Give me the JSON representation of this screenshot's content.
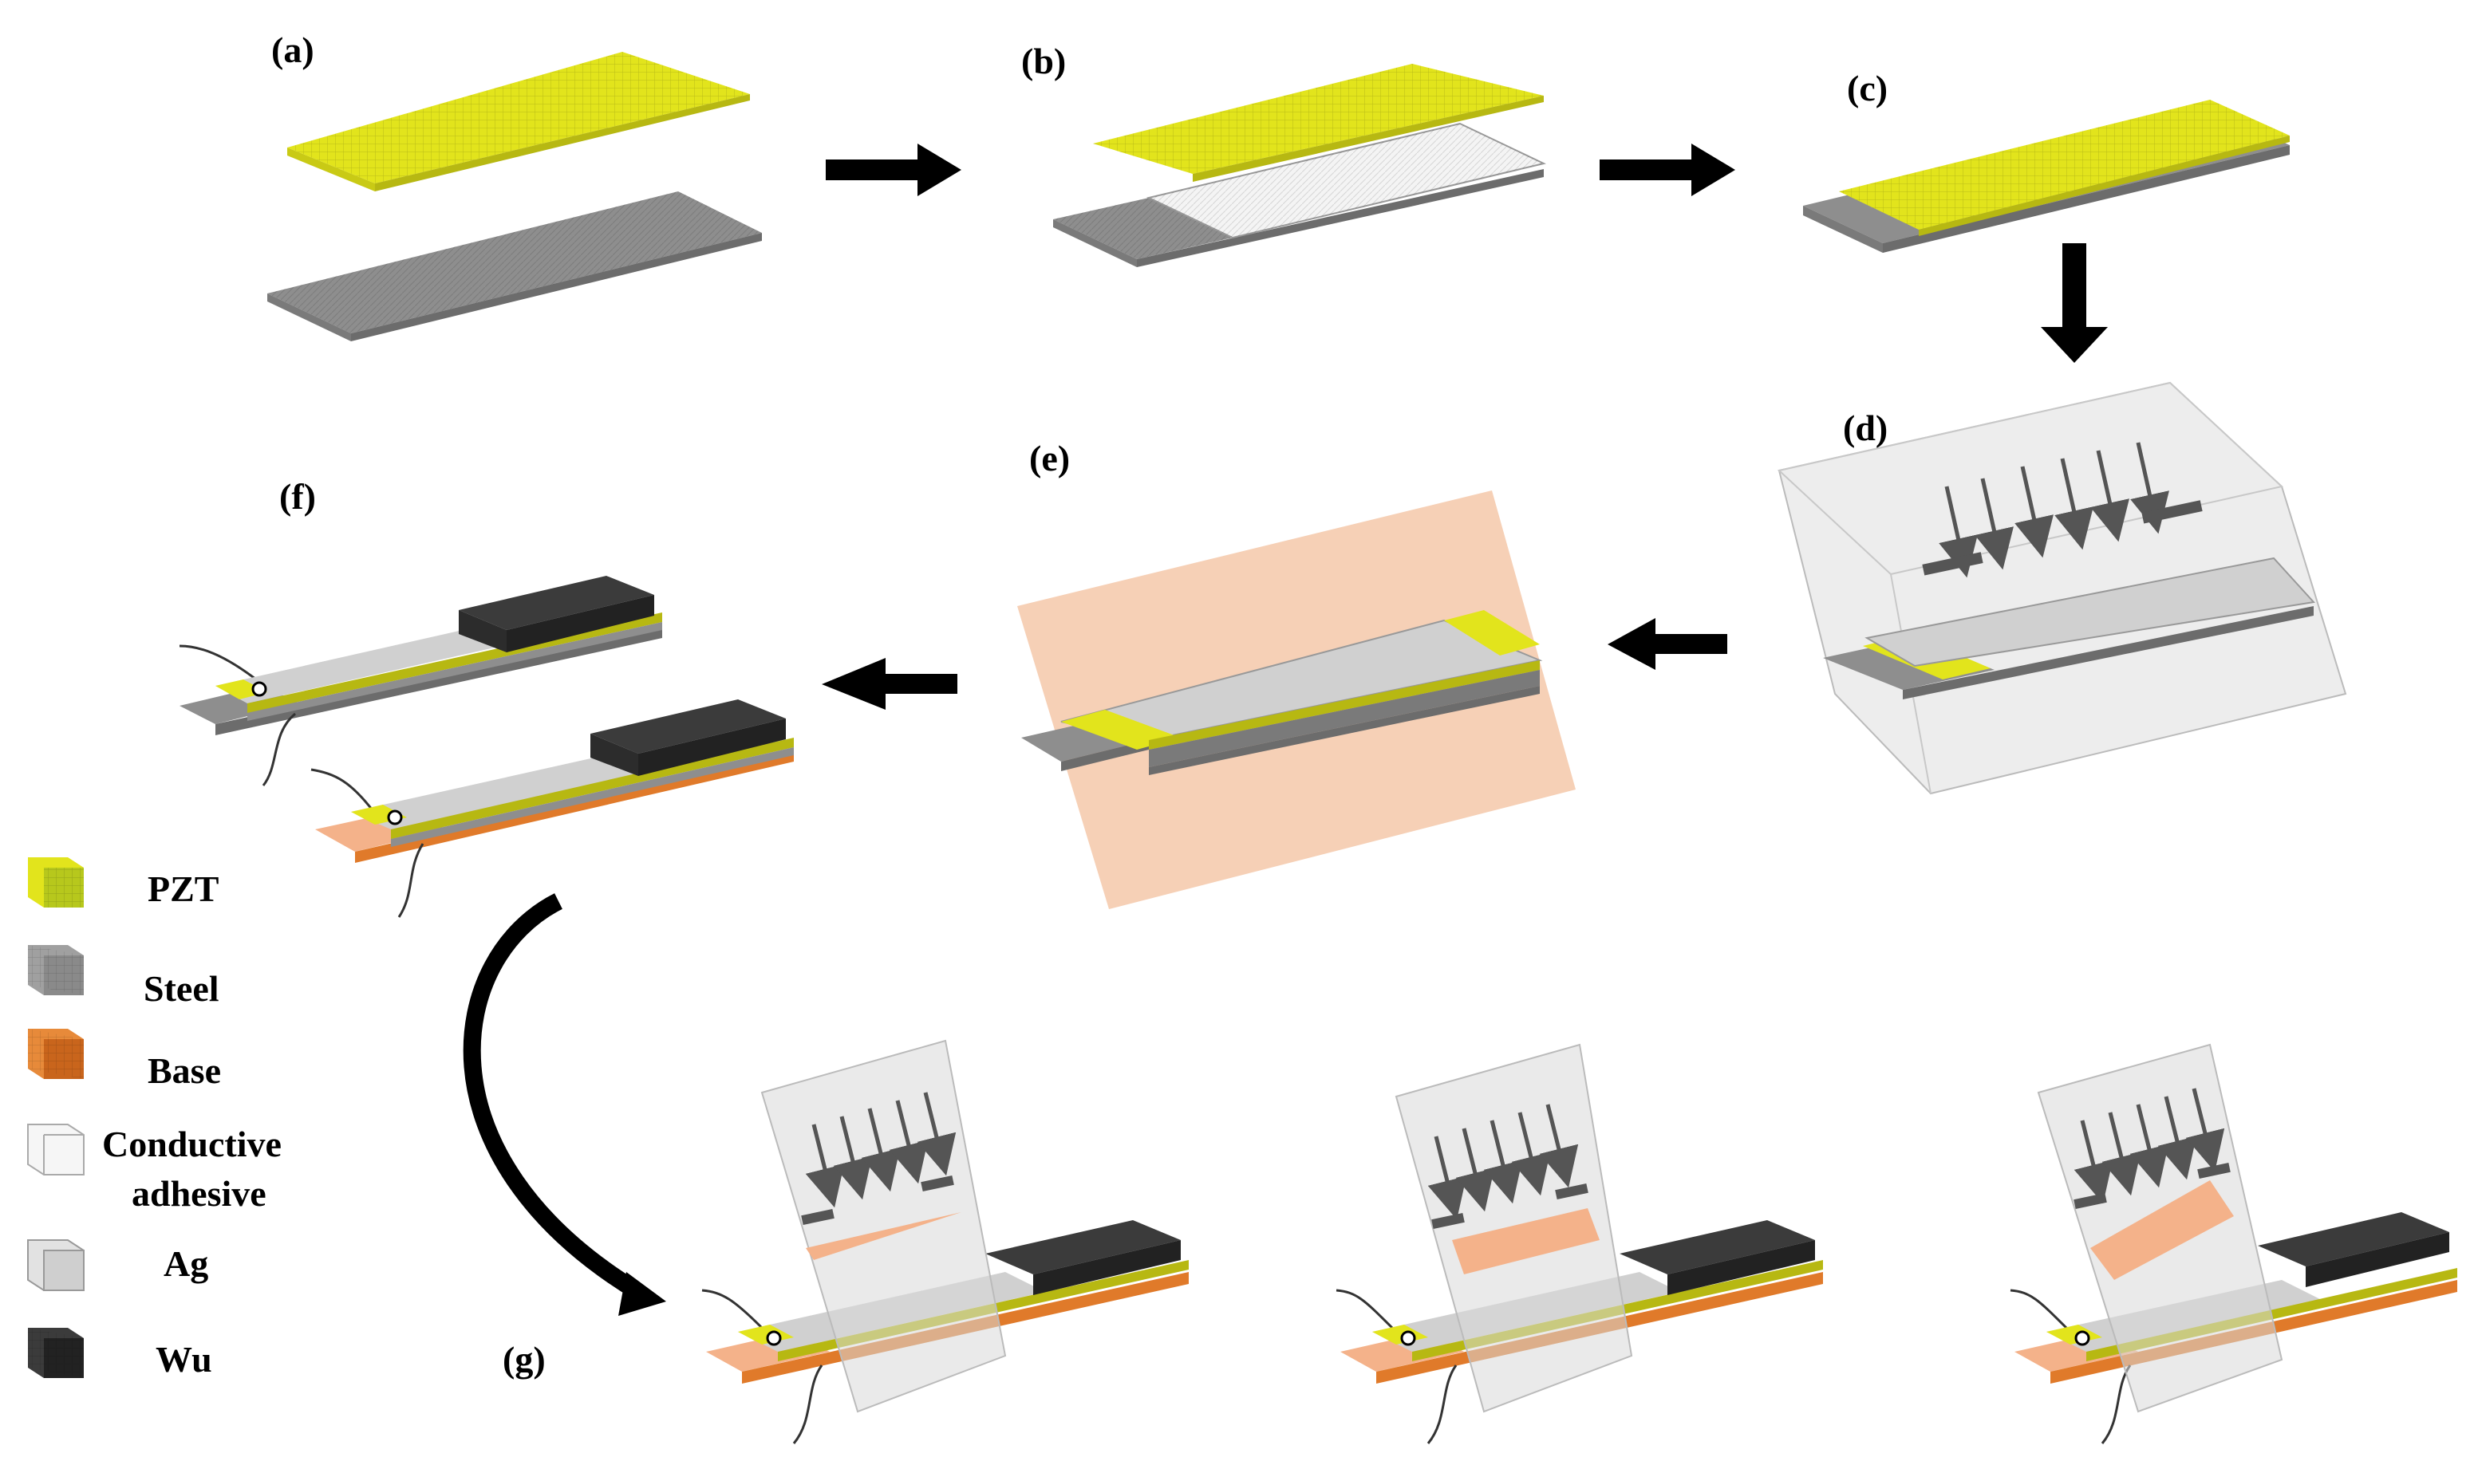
{
  "panels": {
    "a": "(a)",
    "b": "(b)",
    "c": "(c)",
    "d": "(d)",
    "e": "(e)",
    "f": "(f)",
    "g": "(g)"
  },
  "legend": {
    "items": [
      {
        "label": "PZT",
        "color": "#e2e41c"
      },
      {
        "label": "Steel",
        "color": "#9a9a9a"
      },
      {
        "label": "Base",
        "color": "#e0781e"
      },
      {
        "label": "Conductive",
        "label2": "adhesive",
        "color": "#f6f6f6"
      },
      {
        "label": "Ag",
        "color": "#d8d8d8"
      },
      {
        "label": "Wu",
        "color": "#3a3a3a"
      }
    ]
  },
  "colors": {
    "pzt": "#e2e41c",
    "steel": "#8e8e8e",
    "base": "#e07a2a",
    "ag": "#cfcfcf",
    "wu": "#3b3b3b",
    "film": "#f4c4a4",
    "chamber": "#dcdcdc",
    "arrow": "#000000"
  },
  "icons": {
    "step_arrow": "arrow-right-icon",
    "down_arrow": "arrow-down-icon",
    "left_arrow": "arrow-left-icon",
    "curved_arrow": "curved-arrow-icon",
    "beam": "ion-beam-icon"
  }
}
